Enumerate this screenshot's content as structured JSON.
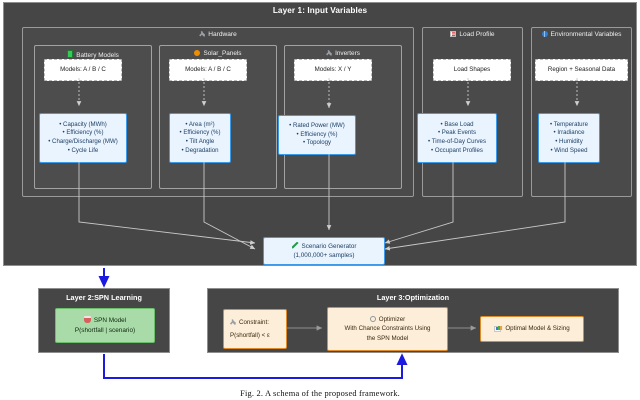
{
  "layer1": {
    "title": "Layer 1: Input Variables",
    "groups": [
      {
        "id": "hardware",
        "label": "Hardware",
        "icon": "wrench-icon",
        "subgroups": [
          {
            "id": "battery-models",
            "label": "Battery Models",
            "icon": "battery-icon",
            "model_node": "Models: A / B / C",
            "attributes": [
              "• Capacity (MWh)",
              "• Efficiency (%)",
              "• Charge/Discharge (MW)",
              "• Cycle Life"
            ]
          },
          {
            "id": "solar-panels",
            "label": "Solar_Panels",
            "icon": "sun-icon",
            "model_node": "Models: A / B / C",
            "attributes": [
              "• Area (m²)",
              "• Efficiency (%)",
              "• Tilt Angle",
              "• Degradation"
            ]
          },
          {
            "id": "inverters",
            "label": "Inverters",
            "icon": "wrench-icon",
            "model_node": "Models: X / Y",
            "attributes": [
              "• Rated Power (MW)",
              "• Efficiency (%)",
              "• Topology"
            ]
          }
        ]
      },
      {
        "id": "load-profile",
        "label": "Load Profile",
        "icon": "chart-red-icon",
        "model_node": "Load Shapes",
        "attributes": [
          "• Base Load",
          "• Peak Events",
          "• Time-of-Day Curves",
          "• Occupant Profiles"
        ]
      },
      {
        "id": "environmental-variables",
        "label": "Environmental Variables",
        "icon": "globe-icon",
        "model_node": "Region + Seasonal Data",
        "attributes": [
          "• Temperature",
          "• Irradiance",
          "• Humidity",
          "• Wind Speed"
        ]
      }
    ],
    "scenario_generator": {
      "icon": "pencil-icon",
      "line1": "Scenario Generator",
      "line2": "(1,000,000+ samples)"
    }
  },
  "layer2": {
    "title": "Layer 2:SPN Learning",
    "spn_model": {
      "icon": "mug-icon",
      "line1": "SPN Model",
      "line2": "P(shortfall | scenario)"
    }
  },
  "layer3": {
    "title": "Layer 3:Optimization",
    "constraint": {
      "icon": "pencil-gray-icon",
      "line1": "Constraint:",
      "line2": "P(shortfall) < ε"
    },
    "optimizer": {
      "icon": "gear-icon",
      "line1": "Optimizer",
      "line2": "With Chance Constraints Using",
      "line3": "the SPN Model"
    },
    "result": {
      "icon": "bar-chart-icon",
      "label": "Optimal Model & Sizing"
    }
  },
  "caption": "Fig. 2.   A schema of the proposed framework.",
  "colors": {
    "panel_bg": "#464646",
    "panel_border": "#8e8e8e",
    "blue_node_border": "#3d9ae8",
    "blue_node_fill": "#eaf4fe",
    "green_node_border": "#6bbf6b",
    "green_node_fill": "#a9dba9",
    "orange_node_border": "#e08b2a",
    "orange_node_fill": "#fdeed9",
    "feedback_arrow": "#1a1ae0",
    "wire": "#c9c9c9"
  }
}
